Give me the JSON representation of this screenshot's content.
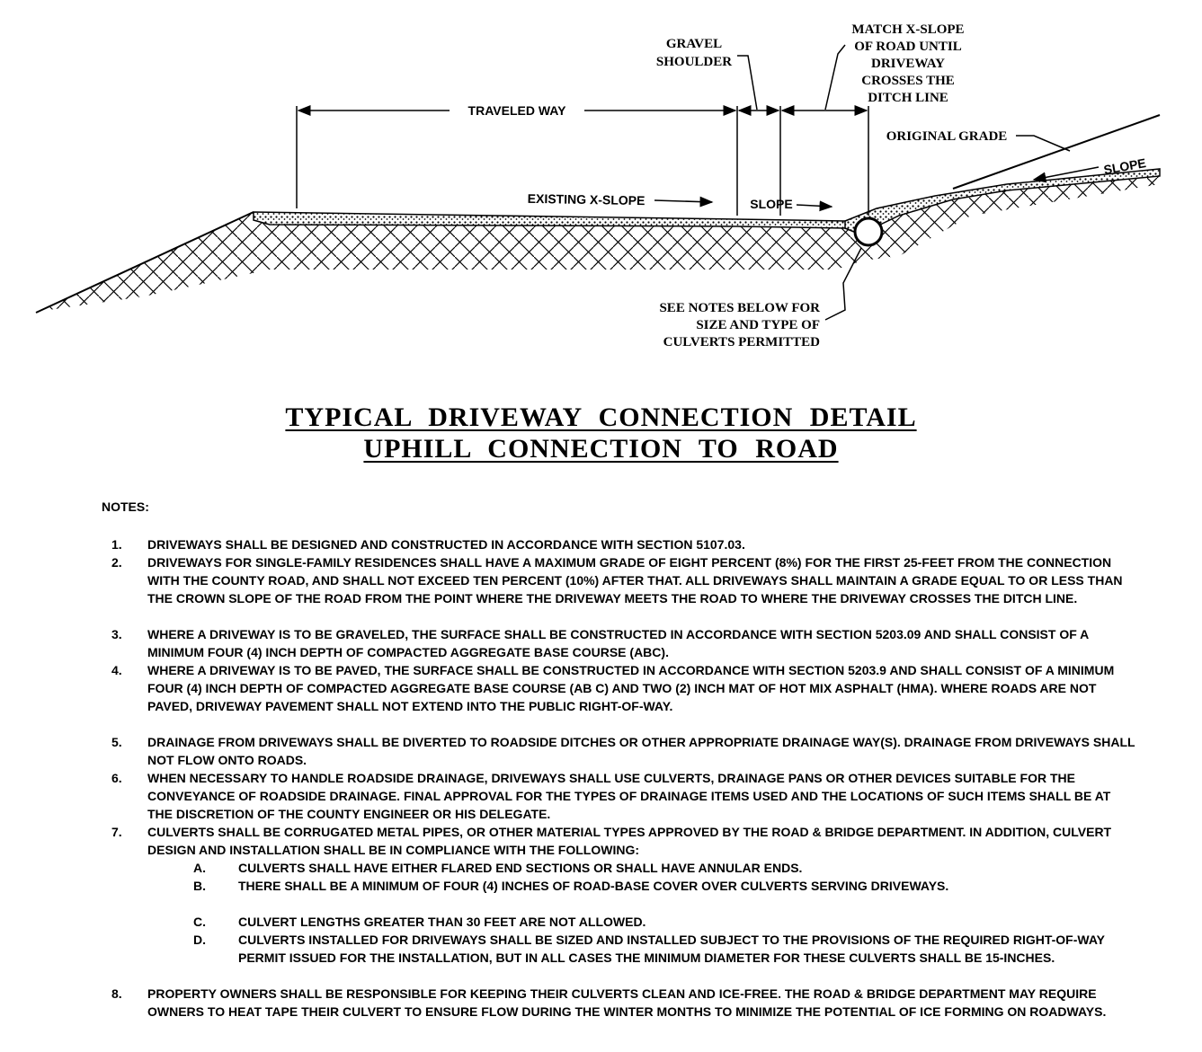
{
  "diagram": {
    "labels": {
      "traveled_way": "TRAVELED WAY",
      "gravel_shoulder_1": "GRAVEL",
      "gravel_shoulder_2": "SHOULDER",
      "match_1": "MATCH X-SLOPE",
      "match_2": "OF ROAD UNTIL",
      "match_3": "DRIVEWAY",
      "match_4": "CROSSES THE",
      "match_5": "DITCH LINE",
      "original_grade": "ORIGINAL GRADE",
      "slope_right": "SLOPE",
      "existing_x_slope": "EXISTING X-SLOPE",
      "slope_mid": "SLOPE",
      "see_notes_1": "SEE NOTES BELOW FOR",
      "see_notes_2": "SIZE AND TYPE OF",
      "see_notes_3": "CULVERTS PERMITTED"
    }
  },
  "title": {
    "line1": "TYPICAL DRIVEWAY CONNECTION DETAIL",
    "line2": "UPHILL CONNECTION TO ROAD"
  },
  "notes": {
    "heading": "NOTES:",
    "items": [
      {
        "num": "1.",
        "text": "DRIVEWAYS SHALL BE DESIGNED AND CONSTRUCTED IN ACCORDANCE WITH SECTION 5107.03."
      },
      {
        "num": "2.",
        "text": "DRIVEWAYS FOR SINGLE-FAMILY RESIDENCES SHALL HAVE A MAXIMUM GRADE OF EIGHT PERCENT (8%) FOR THE FIRST 25-FEET FROM THE CONNECTION WITH THE COUNTY ROAD, AND SHALL NOT EXCEED TEN PERCENT (10%) AFTER THAT.  ALL DRIVEWAYS SHALL MAINTAIN A GRADE EQUAL TO OR LESS THAN THE CROWN SLOPE OF THE ROAD FROM THE POINT WHERE THE DRIVEWAY MEETS THE ROAD TO WHERE THE DRIVEWAY CROSSES THE DITCH LINE."
      },
      {
        "num": "3.",
        "text": "WHERE A DRIVEWAY IS TO BE GRAVELED, THE SURFACE SHALL BE CONSTRUCTED IN ACCORDANCE WITH SECTION 5203.09 AND SHALL CONSIST OF A MINIMUM FOUR (4) INCH DEPTH OF COMPACTED AGGREGATE BASE COURSE (ABC)."
      },
      {
        "num": "4.",
        "text": "WHERE A DRIVEWAY IS TO BE PAVED, THE SURFACE SHALL BE CONSTRUCTED IN ACCORDANCE WITH SECTION 5203.9 AND SHALL CONSIST OF A MINIMUM FOUR (4) INCH DEPTH OF COMPACTED AGGREGATE BASE COURSE (AB C) AND TWO (2) INCH MAT OF HOT MIX ASPHALT (HMA).  WHERE ROADS ARE NOT PAVED, DRIVEWAY PAVEMENT SHALL NOT EXTEND INTO THE PUBLIC RIGHT-OF-WAY."
      },
      {
        "num": "5.",
        "text": "DRAINAGE FROM DRIVEWAYS SHALL BE DIVERTED TO ROADSIDE DITCHES OR OTHER APPROPRIATE DRAINAGE WAY(S). DRAINAGE FROM DRIVEWAYS SHALL NOT FLOW ONTO ROADS."
      },
      {
        "num": "6.",
        "text": "WHEN NECESSARY TO HANDLE ROADSIDE DRAINAGE, DRIVEWAYS SHALL USE CULVERTS, DRAINAGE PANS OR OTHER DEVICES SUITABLE FOR THE CONVEYANCE OF ROADSIDE DRAINAGE.  FINAL APPROVAL FOR THE TYPES OF DRAINAGE ITEMS USED AND THE LOCATIONS OF SUCH ITEMS SHALL BE AT THE DISCRETION OF THE COUNTY ENGINEER OR HIS DELEGATE."
      },
      {
        "num": "7.",
        "text": "CULVERTS SHALL BE CORRUGATED METAL PIPES, OR OTHER MATERIAL TYPES APPROVED BY THE ROAD & BRIDGE DEPARTMENT. IN ADDITION, CULVERT DESIGN AND INSTALLATION SHALL BE IN COMPLIANCE WITH THE FOLLOWING:"
      },
      {
        "num": "8.",
        "text": "PROPERTY OWNERS SHALL BE RESPONSIBLE FOR KEEPING THEIR CULVERTS CLEAN AND ICE-FREE.  THE ROAD & BRIDGE DEPARTMENT MAY REQUIRE OWNERS TO HEAT TAPE THEIR CULVERT TO ENSURE FLOW DURING THE WINTER MONTHS TO MINIMIZE THE POTENTIAL OF ICE FORMING ON ROADWAYS."
      }
    ],
    "sub_items": [
      {
        "num": "A.",
        "text": "CULVERTS SHALL HAVE EITHER FLARED END SECTIONS OR SHALL HAVE ANNULAR ENDS."
      },
      {
        "num": "B.",
        "text": "THERE SHALL BE A MINIMUM OF FOUR (4) INCHES OF ROAD-BASE COVER OVER CULVERTS SERVING DRIVEWAYS."
      },
      {
        "num": "C.",
        "text": "CULVERT LENGTHS GREATER THAN 30 FEET ARE NOT ALLOWED."
      },
      {
        "num": "D.",
        "text": "CULVERTS INSTALLED FOR DRIVEWAYS SHALL BE SIZED AND INSTALLED SUBJECT TO THE PROVISIONS OF THE REQUIRED RIGHT-OF-WAY PERMIT ISSUED FOR THE INSTALLATION, BUT IN ALL CASES THE MINIMUM DIAMETER FOR THESE CULVERTS SHALL BE 15-INCHES."
      }
    ]
  }
}
